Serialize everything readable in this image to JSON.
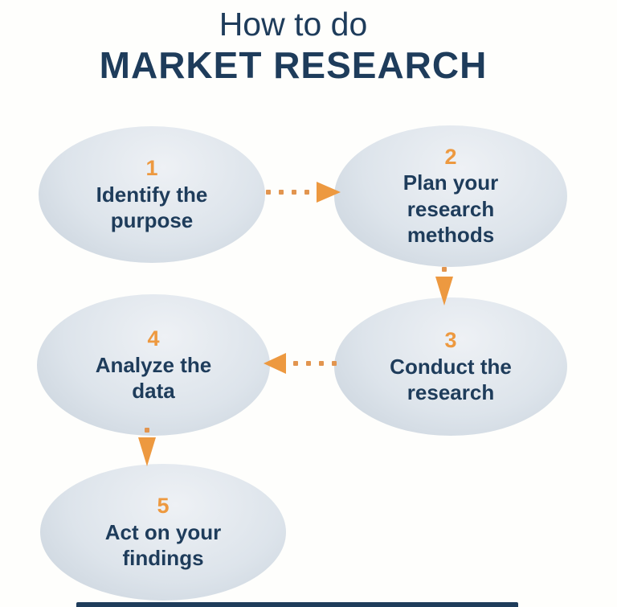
{
  "title": {
    "line1": "How to do",
    "line2": "MARKET RESEARCH"
  },
  "steps": [
    {
      "number": "1",
      "label": "Identify the\npurpose"
    },
    {
      "number": "2",
      "label": "Plan your\nresearch\nmethods"
    },
    {
      "number": "3",
      "label": "Conduct the\nresearch"
    },
    {
      "number": "4",
      "label": "Analyze the\ndata"
    },
    {
      "number": "5",
      "label": "Act on your\nfindings"
    }
  ],
  "arrows": [
    {
      "from": "1",
      "to": "2",
      "direction": "right",
      "style": "dotted"
    },
    {
      "from": "2",
      "to": "3",
      "direction": "down",
      "style": "dotted"
    },
    {
      "from": "3",
      "to": "4",
      "direction": "left",
      "style": "dotted"
    },
    {
      "from": "4",
      "to": "5",
      "direction": "down",
      "style": "dotted"
    }
  ],
  "colors": {
    "navy": "#1E3C5B",
    "orange": "#ED9940",
    "dot": "#E2954F",
    "ellipse_light": "#EEF1F5",
    "ellipse_mid": "#DDE4EB",
    "ellipse_dark": "#C6D0DA",
    "background": "#FEFEFC"
  }
}
